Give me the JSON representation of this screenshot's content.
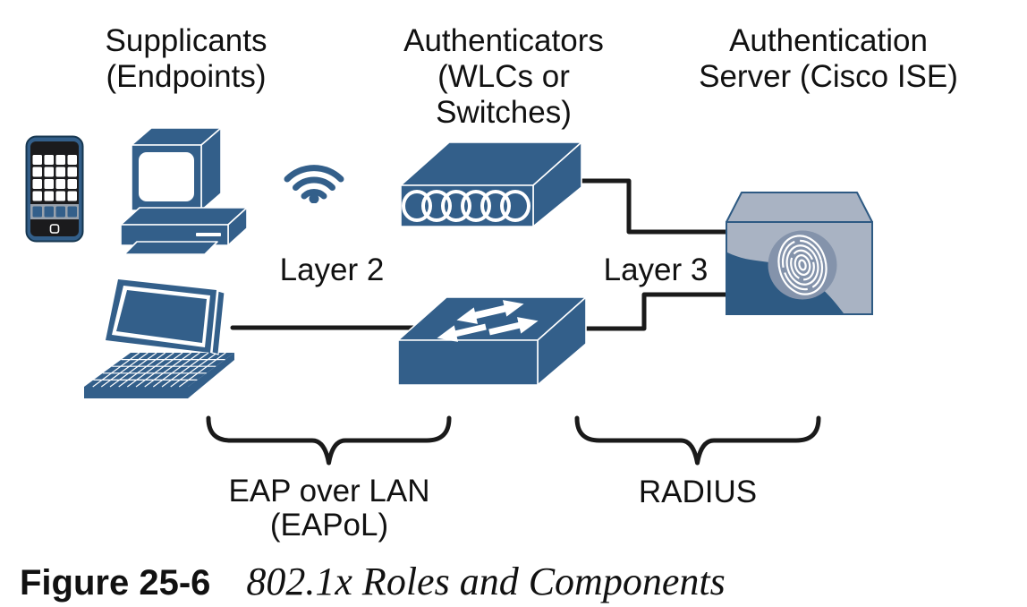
{
  "colors": {
    "device_blue": "#335F8A",
    "outline_white": "#FFFFFF",
    "server_light": "#A9B3C3",
    "server_dark": "#2E5A83",
    "badge_gray": "#8493AB",
    "phone_dark": "#1B1B1D",
    "phone_gray": "#98A1AC",
    "line_black": "#1A1A1A",
    "text_black": "#111111"
  },
  "labels": {
    "supplicants": {
      "line1": "Supplicants",
      "line2": "(Endpoints)"
    },
    "authenticators": {
      "line1": "Authenticators",
      "line2": "(WLCs or",
      "line3": "Switches)"
    },
    "auth_server": {
      "line1": "Authentication",
      "line2": "Server (Cisco ISE)"
    },
    "layer2": "Layer 2",
    "layer3": "Layer 3",
    "eapol": {
      "line1": "EAP over LAN",
      "line2": "(EAPoL)"
    },
    "radius": "RADIUS"
  },
  "caption": {
    "label": "Figure 25-6",
    "title": "802.1x Roles and Components"
  },
  "icons": {
    "smartphone": "smartphone-icon",
    "desktop": "desktop-computer-icon",
    "laptop": "laptop-icon",
    "wifi": "wifi-icon",
    "wlc": "wireless-lan-controller-icon",
    "switch": "switch-icon",
    "server": "ise-server-icon"
  }
}
